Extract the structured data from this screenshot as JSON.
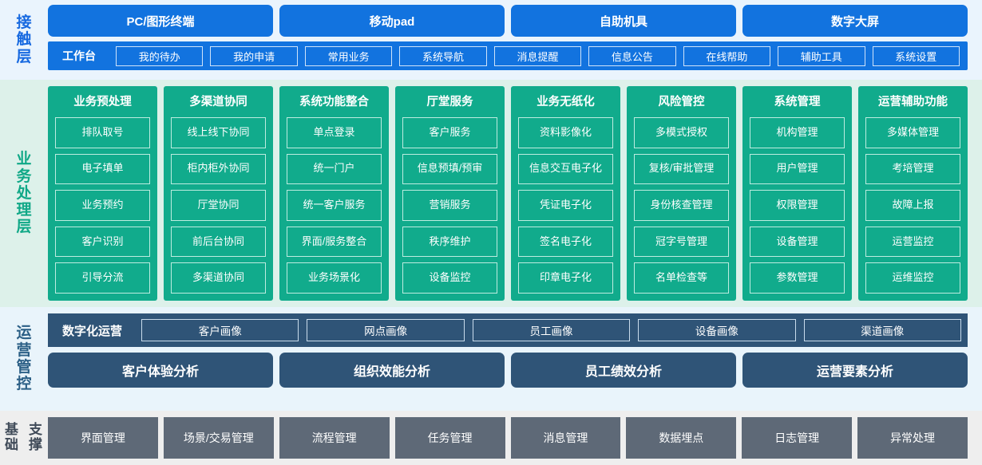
{
  "colors": {
    "contact_bg": "#eaf4fd",
    "contact_accent": "#1273df",
    "business_bg": "#ddf1ea",
    "business_accent": "#11ab8c",
    "ops_bg": "#e9f4fb",
    "ops_accent": "#2f5477",
    "base_bg": "#eeeeee",
    "base_accent": "#5e6977"
  },
  "contact_layer": {
    "label": "接触层",
    "channels": [
      {
        "label": "PC/图形终端"
      },
      {
        "label": "移动pad"
      },
      {
        "label": "自助机具"
      },
      {
        "label": "数字大屏"
      }
    ],
    "workbench_title": "工作台",
    "workbench_items": [
      {
        "label": "我的待办"
      },
      {
        "label": "我的申请"
      },
      {
        "label": "常用业务"
      },
      {
        "label": "系统导航"
      },
      {
        "label": "消息提醒"
      },
      {
        "label": "信息公告"
      },
      {
        "label": "在线帮助"
      },
      {
        "label": "辅助工具"
      },
      {
        "label": "系统设置"
      }
    ]
  },
  "business_layer": {
    "label": "业务处理层",
    "columns": [
      {
        "title": "业务预处理",
        "items": [
          {
            "label": "排队取号"
          },
          {
            "label": "电子填单"
          },
          {
            "label": "业务预约"
          },
          {
            "label": "客户识别"
          },
          {
            "label": "引导分流"
          }
        ]
      },
      {
        "title": "多渠道协同",
        "items": [
          {
            "label": "线上线下协同"
          },
          {
            "label": "柜内柜外协同"
          },
          {
            "label": "厅堂协同"
          },
          {
            "label": "前后台协同"
          },
          {
            "label": "多渠道协同"
          }
        ]
      },
      {
        "title": "系统功能整合",
        "items": [
          {
            "label": "单点登录"
          },
          {
            "label": "统一门户"
          },
          {
            "label": "统一客户服务"
          },
          {
            "label": "界面/服务整合"
          },
          {
            "label": "业务场景化"
          }
        ]
      },
      {
        "title": "厅堂服务",
        "items": [
          {
            "label": "客户服务"
          },
          {
            "label": "信息预填/预审"
          },
          {
            "label": "营销服务"
          },
          {
            "label": "秩序维护"
          },
          {
            "label": "设备监控"
          }
        ]
      },
      {
        "title": "业务无纸化",
        "items": [
          {
            "label": "资料影像化"
          },
          {
            "label": "信息交互电子化"
          },
          {
            "label": "凭证电子化"
          },
          {
            "label": "签名电子化"
          },
          {
            "label": "印章电子化"
          }
        ]
      },
      {
        "title": "风险管控",
        "items": [
          {
            "label": "多模式授权"
          },
          {
            "label": "复核/审批管理"
          },
          {
            "label": "身份核查管理"
          },
          {
            "label": "冠字号管理"
          },
          {
            "label": "名单检查等"
          }
        ]
      },
      {
        "title": "系统管理",
        "items": [
          {
            "label": "机构管理"
          },
          {
            "label": "用户管理"
          },
          {
            "label": "权限管理"
          },
          {
            "label": "设备管理"
          },
          {
            "label": "参数管理"
          }
        ]
      },
      {
        "title": "运营辅助功能",
        "items": [
          {
            "label": "多媒体管理"
          },
          {
            "label": "考培管理"
          },
          {
            "label": "故障上报"
          },
          {
            "label": "运营监控"
          },
          {
            "label": "运维监控"
          }
        ]
      }
    ]
  },
  "ops_layer": {
    "label": "运营管控",
    "digital_ops_title": "数字化运营",
    "portraits": [
      {
        "label": "客户画像"
      },
      {
        "label": "网点画像"
      },
      {
        "label": "员工画像"
      },
      {
        "label": "设备画像"
      },
      {
        "label": "渠道画像"
      }
    ],
    "analyses": [
      {
        "label": "客户体验分析"
      },
      {
        "label": "组织效能分析"
      },
      {
        "label": "员工绩效分析"
      },
      {
        "label": "运营要素分析"
      }
    ]
  },
  "base_layer": {
    "label_line1": "基础",
    "label_line2": "支撑",
    "items": [
      {
        "label": "界面管理"
      },
      {
        "label": "场景/交易管理"
      },
      {
        "label": "流程管理"
      },
      {
        "label": "任务管理"
      },
      {
        "label": "消息管理"
      },
      {
        "label": "数据埋点"
      },
      {
        "label": "日志管理"
      },
      {
        "label": "异常处理"
      }
    ]
  }
}
